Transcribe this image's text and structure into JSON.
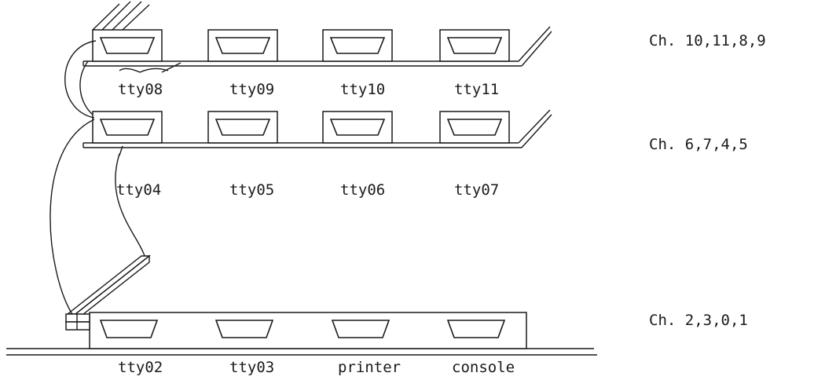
{
  "rows": [
    {
      "ports": [
        "tty08",
        "tty09",
        "tty10",
        "tty11"
      ],
      "channels": "Ch. 10,11,8,9"
    },
    {
      "ports": [
        "tty04",
        "tty05",
        "tty06",
        "tty07"
      ],
      "channels": "Ch. 6,7,4,5"
    },
    {
      "ports": [
        "tty02",
        "tty03",
        "printer",
        "console"
      ],
      "channels": "Ch. 2,3,0,1"
    }
  ]
}
